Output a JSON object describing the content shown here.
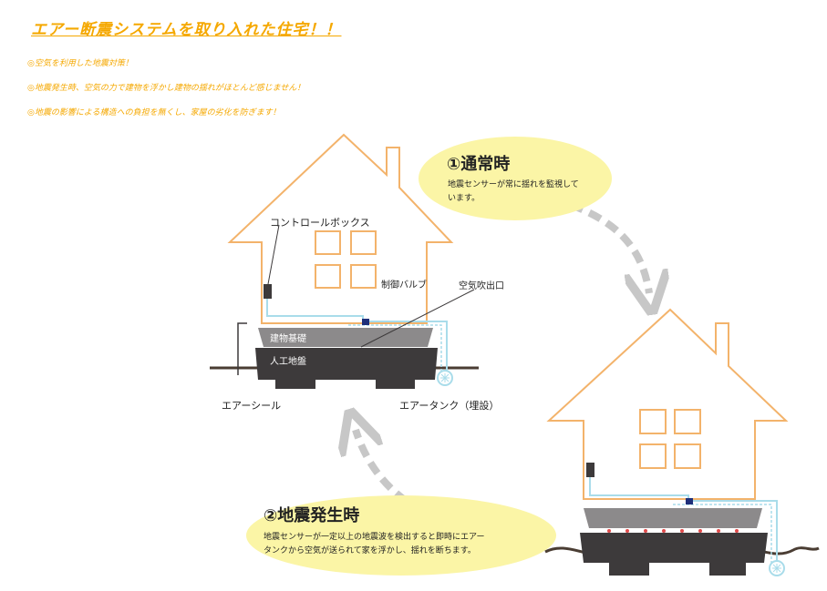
{
  "header": {
    "title": "エアー断震システムを取り入れた住宅！！",
    "bullets": [
      "◎空気を利用した地震対策！",
      "◎地震発生時、空気の力で建物を浮かし建物の揺れがほとんど感じません！",
      "◎地震の影響による構造への負担を無くし、家屋の劣化を防ぎます！"
    ]
  },
  "labels": {
    "control_box": "コントロールボックス",
    "control_valve": "制御バルブ",
    "air_outlet": "空気吹出口",
    "foundation": "建物基礎",
    "ground": "人工地盤",
    "air_seal": "エアーシール",
    "air_tank": "エアータンク（埋設）"
  },
  "normal": {
    "title": "①通常時",
    "line1": "地震センサーが常に揺れを監視して",
    "line2": "います。"
  },
  "quake": {
    "title": "②地震発生時",
    "line1": "地震センサーが一定以上の地震波を検出すると即時にエアー",
    "line2": "タンクから空気が送られて家を浮かし、揺れを断ちます。"
  },
  "colors": {
    "accent": "#f5a800",
    "house_outline": "#f3b36b",
    "pipe": "#a9dcea",
    "bubble": "#fbf5a6",
    "arrow": "#c7c7c7",
    "base_dark": "#3d3a3b",
    "base_light": "#8c8a8b",
    "valve": "#1f2f7a",
    "lift_dot": "#e04a4a"
  }
}
